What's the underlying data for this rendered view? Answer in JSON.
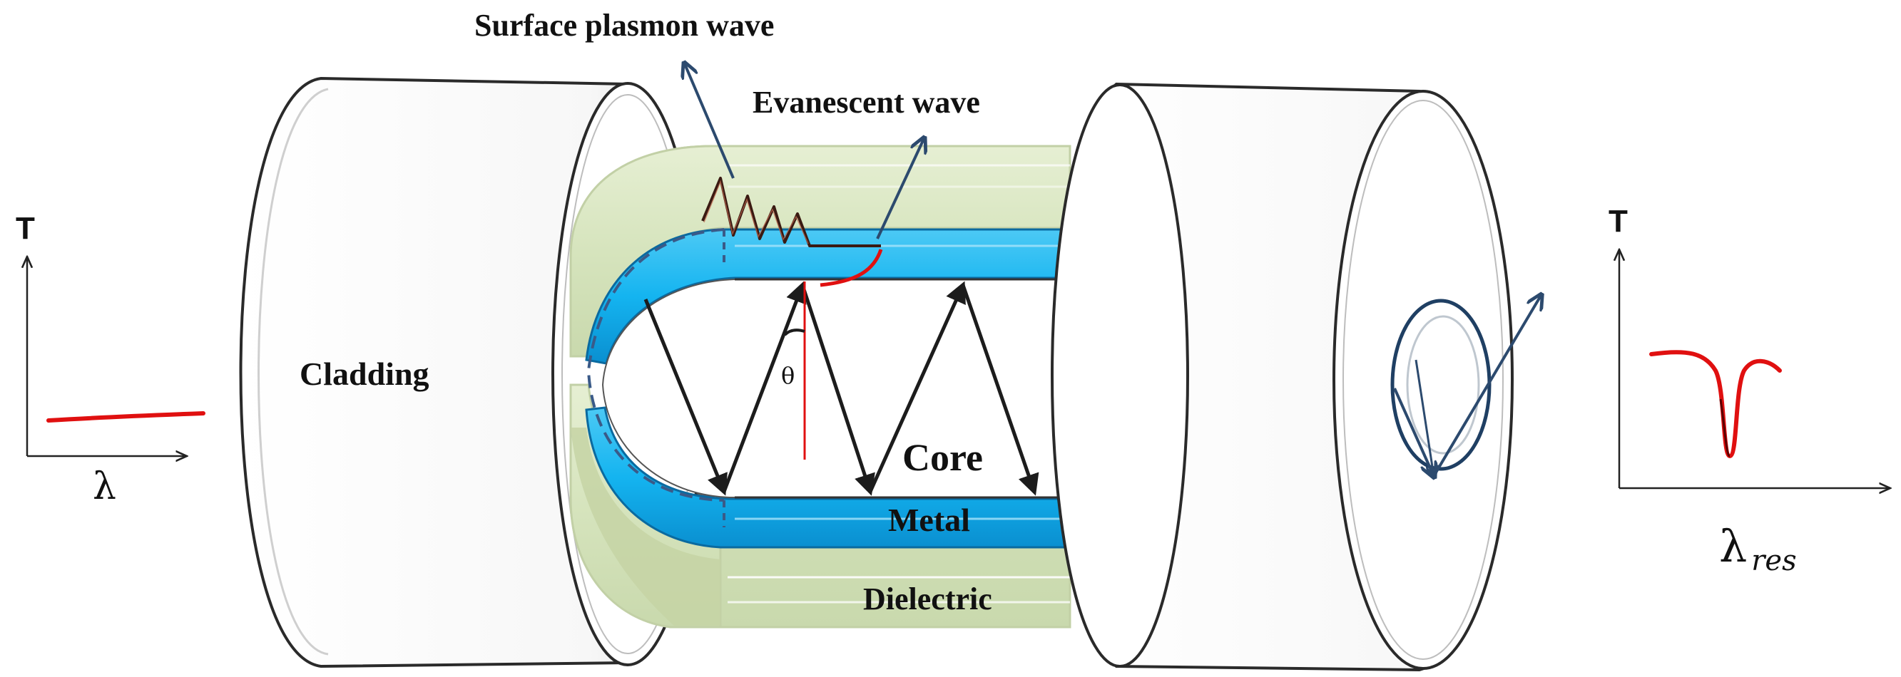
{
  "labels": {
    "surface_plasmon_wave": "Surface plasmon wave",
    "evanescent_wave": "Evanescent wave",
    "cladding": "Cladding",
    "core": "Core",
    "metal": "Metal",
    "dielectric": "Dielectric",
    "theta": "θ"
  },
  "input_spectrum": {
    "y_axis": "T",
    "x_axis": "λ"
  },
  "output_spectrum": {
    "y_axis": "T",
    "x_axis": "λ",
    "x_axis_subscript": "res"
  },
  "colors": {
    "metal_layer": "#14b4f0",
    "metal_layer_dark": "#0a86c4",
    "dielectric_layer": "#d9e6c3",
    "cladding_face": "#ffffff",
    "cladding_edge": "#2a2a2a",
    "ray": "#1c1c1c",
    "normal_line": "#e01010",
    "spectrum_curve": "#e01010",
    "wave": "#3a1a12",
    "arrow_blue": "#2c4a6e"
  },
  "icons": {
    "ray_arrow": "arrow-head",
    "plasmon_wave": "sine-wave"
  }
}
